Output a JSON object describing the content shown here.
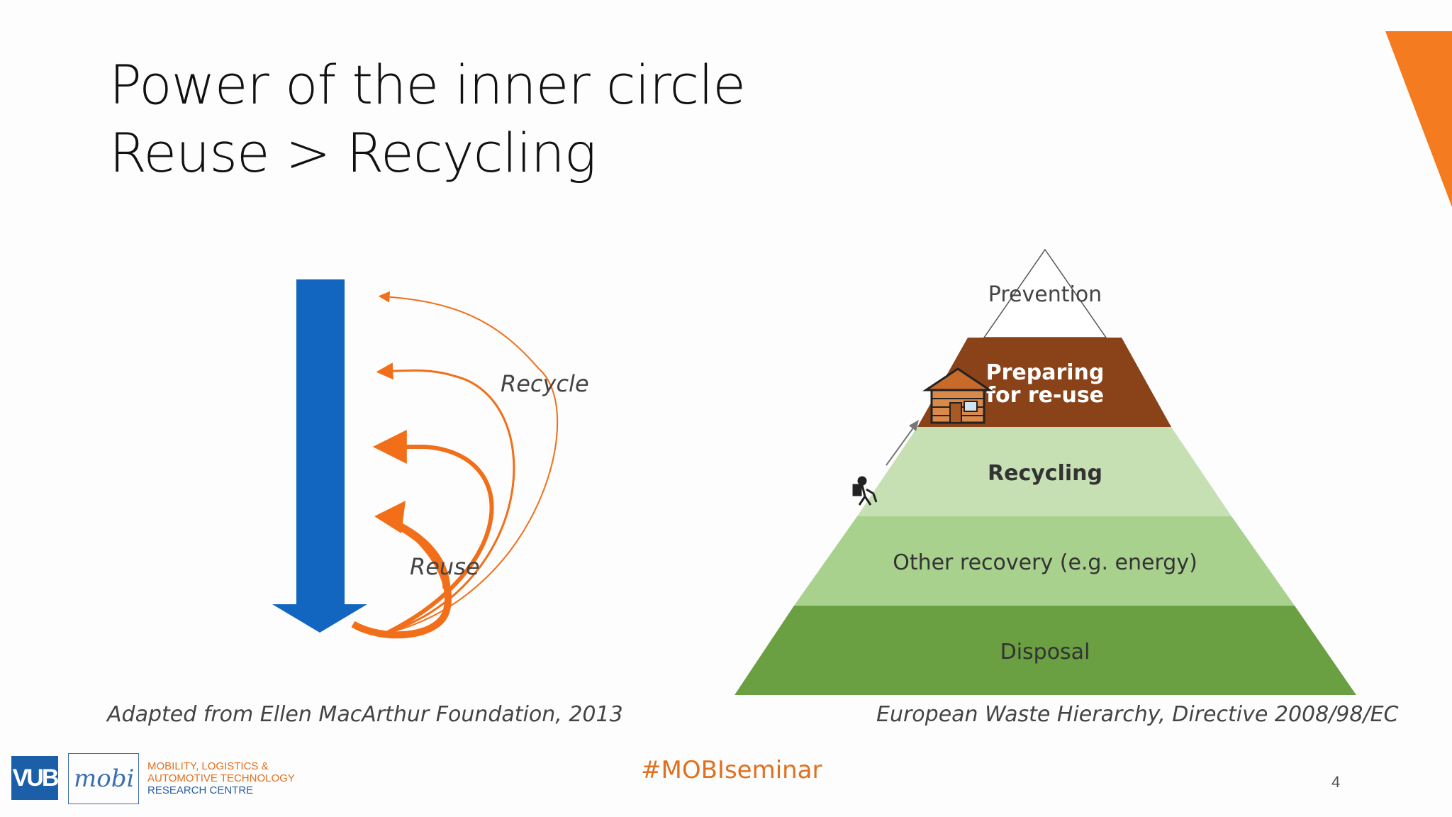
{
  "title": {
    "line1": "Power of the inner circle",
    "line2": "Reuse > Recycling"
  },
  "left_diagram": {
    "recycle_label": "Recycle",
    "reuse_label": "Reuse",
    "caption": "Adapted from Ellen MacArthur Foundation, 2013",
    "colors": {
      "linear_arrow": "#1366bf",
      "loops": "#f26e18"
    }
  },
  "pyramid": {
    "levels": [
      {
        "label": "Prevention",
        "color": "#ffffff"
      },
      {
        "label": "Preparing",
        "label2": "for re-use",
        "color": "#8a4219"
      },
      {
        "label": "Recycling",
        "color": "#c6e0b4"
      },
      {
        "label": "Other recovery (e.g. energy)",
        "color": "#a9d18e"
      },
      {
        "label": "Disposal",
        "color": "#6a9f42"
      }
    ],
    "icons": [
      "log-cabin-icon",
      "hiker-icon"
    ],
    "caption": "European Waste Hierarchy, Directive 2008/98/EC"
  },
  "footer": {
    "hashtag": "#MOBIseminar",
    "page_number": "4",
    "vub_logo": "VUB",
    "mobi_logo": "mobi",
    "mobi_line1": "MOBILITY, LOGISTICS &",
    "mobi_line2": "AUTOMOTIVE TECHNOLOGY",
    "mobi_line3": "RESEARCH CENTRE"
  },
  "accent_color": "#f47b20"
}
